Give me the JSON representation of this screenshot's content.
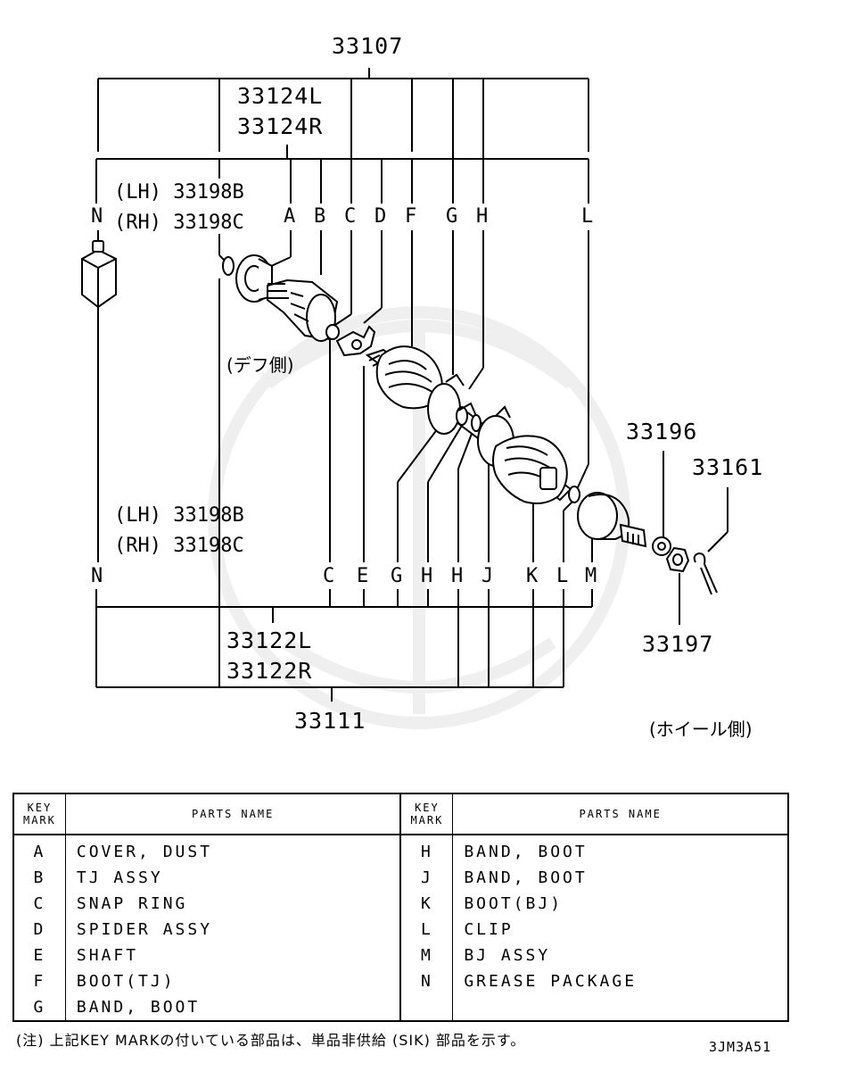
{
  "diagram": {
    "assembly_top": "33107",
    "inner_joint_l": "33124L",
    "inner_joint_r": "33124R",
    "clip_upper_lh": "(LH) 33198B",
    "clip_upper_rh": "(RH) 33198C",
    "clip_lower_lh": "(LH) 33198B",
    "clip_lower_rh": "(RH) 33198C",
    "shaft_l": "33122L",
    "shaft_r": "33122R",
    "assembly_bottom": "33111",
    "washer": "33196",
    "cotter_pin": "33161",
    "nut": "33197",
    "diff_side": "(デフ側)",
    "wheel_side": "(ホイール側)",
    "top_keys": [
      "N",
      "A",
      "B",
      "C",
      "D",
      "F",
      "G",
      "H",
      "L"
    ],
    "bottom_keys": [
      "N",
      "C",
      "E",
      "G",
      "H",
      "H",
      "J",
      "K",
      "L",
      "M"
    ]
  },
  "table": {
    "header_key": [
      "KEY",
      "MARK"
    ],
    "header_name": "PARTS NAME",
    "left_rows": [
      {
        "key": "A",
        "name": "COVER, DUST"
      },
      {
        "key": "B",
        "name": "TJ ASSY"
      },
      {
        "key": "C",
        "name": "SNAP RING"
      },
      {
        "key": "D",
        "name": "SPIDER ASSY"
      },
      {
        "key": "E",
        "name": "SHAFT"
      },
      {
        "key": "F",
        "name": "BOOT(TJ)"
      },
      {
        "key": "G",
        "name": "BAND, BOOT"
      }
    ],
    "right_rows": [
      {
        "key": "H",
        "name": "BAND, BOOT"
      },
      {
        "key": "J",
        "name": "BAND, BOOT"
      },
      {
        "key": "K",
        "name": "BOOT(BJ)"
      },
      {
        "key": "L",
        "name": "CLIP"
      },
      {
        "key": "M",
        "name": "BJ ASSY"
      },
      {
        "key": "N",
        "name": "GREASE PACKAGE"
      }
    ]
  },
  "note": "(注) 上記KEY MARKの付いている部品は、単品非供給 (SIK) 部品を示す。",
  "figure_code": "3JM3A51"
}
